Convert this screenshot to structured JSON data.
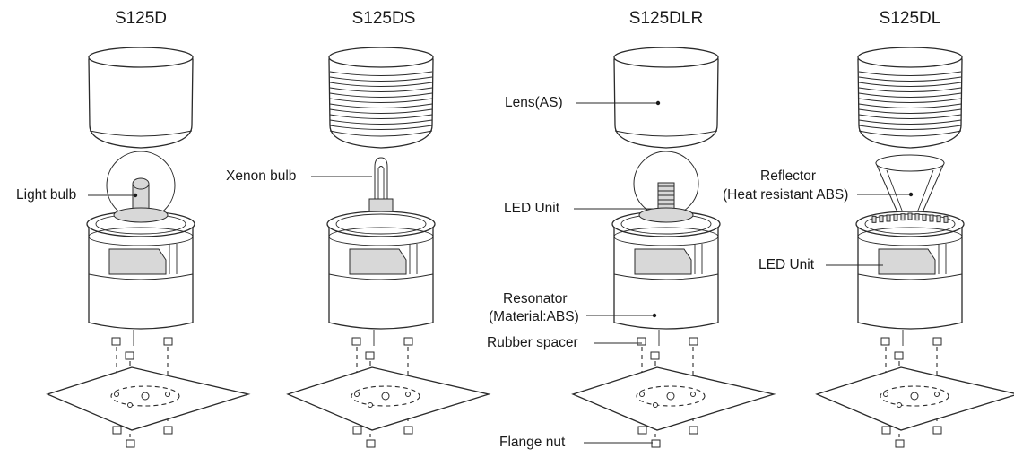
{
  "units": [
    {
      "model": "S125D",
      "type": "bulb"
    },
    {
      "model": "S125DS",
      "type": "xenon"
    },
    {
      "model": "S125DLR",
      "type": "ledglobe"
    },
    {
      "model": "S125DL",
      "type": "reflector"
    }
  ],
  "labels": {
    "light_bulb": "Light bulb",
    "xenon_bulb": "Xenon bulb",
    "lens": "Lens(AS)",
    "led_unit_1": "LED Unit",
    "resonator_1": "Resonator",
    "resonator_2": "(Material:ABS)",
    "rubber_spacer": "Rubber spacer",
    "flange_nut": "Flange nut",
    "reflector_1": "Reflector",
    "reflector_2": "(Heat resistant ABS)",
    "led_unit_2": "LED Unit"
  }
}
